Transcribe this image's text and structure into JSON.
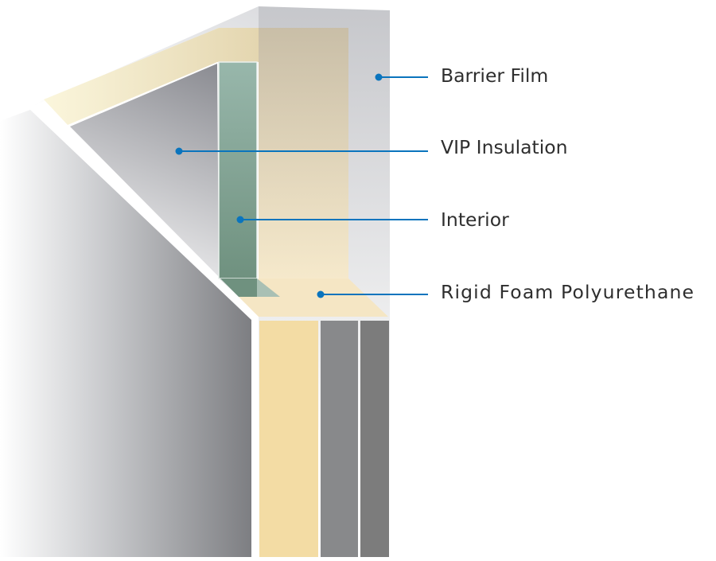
{
  "title": "Panel cross-section layers",
  "labels": [
    {
      "id": "barrier-film",
      "text": "Barrier Film"
    },
    {
      "id": "vip-insulation",
      "text": "VIP Insulation"
    },
    {
      "id": "interior",
      "text": "Interior"
    },
    {
      "id": "rigid-foam",
      "text": "Rigid Foam Polyurethane"
    }
  ],
  "colors": {
    "leader": "#0a74bd",
    "foam": "#f3dca4",
    "interior": "#7a9e8c",
    "block_gray_1": "#88898b",
    "block_gray_2": "#7c7c7c"
  }
}
